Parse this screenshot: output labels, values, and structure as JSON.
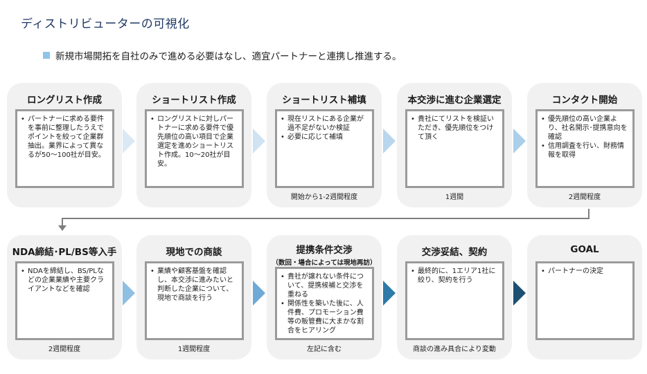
{
  "title": "ディストリビューターの可視化",
  "subtitle": "新規市場開拓を自社のみで進める必要はなし、適宜パートナーと連携し推進する。",
  "colors": {
    "title": "#1f3864",
    "bullet": "#8fc3ea",
    "card_bg": "#f1f1f1",
    "box_border": "#9a9a9a",
    "arrows_row1": [
      "#dbe9f5",
      "#cfe3f2",
      "#b8d6ee",
      "#aacfeb"
    ],
    "arrows_row2": [
      "#8fbfe3",
      "#6fa9d6",
      "#2e7aa9",
      "#1d4f73"
    ]
  },
  "steps": [
    {
      "title": "ロングリスト作成",
      "bullets": [
        "パートナーに求める要件を事前に整理したうえでポイントを絞って企業群抽出。業界によって異なるが50～100社が目安。"
      ],
      "footer": ""
    },
    {
      "title": "ショートリスト作成",
      "bullets": [
        "ロングリストに対しパートナーに求める要件で優先順位の高い項目で企業選定を進めショートリスト作成。10～20社が目安。"
      ],
      "footer": ""
    },
    {
      "title": "ショートリスト補填",
      "bullets": [
        "現在リストにある企業が過不足がないか検証",
        "必要に応じて補填"
      ],
      "footer": "開始から1-2週間程度"
    },
    {
      "title": "本交渉に進む企業選定",
      "bullets": [
        "貴社にてリストを検証いただき、優先順位をつけて頂く"
      ],
      "footer": "1週間"
    },
    {
      "title": "コンタクト開始",
      "bullets": [
        "優先順位の高い企業より、社名開示･提携意向を確認",
        "信用調査を行い、財務情報を取得"
      ],
      "footer": "2週間程度"
    },
    {
      "title": "NDA締結･PL/BS等入手",
      "bullets": [
        "NDAを締結し、BS/PLなどの企業業績や主要クライアントなどを確認"
      ],
      "footer": "2週間程度"
    },
    {
      "title": "現地での商談",
      "bullets": [
        "業績や顧客基盤を確認し、本交渉に進みたいと判断した企業について、現地で商談を行う"
      ],
      "footer": "1週間程度"
    },
    {
      "title": "提携条件交渉",
      "title_sub": "（数回・場合によっては現地再訪）",
      "bullets": [
        "貴社が譲れない条件について、提携候補と交渉を重ねる",
        "関係性を築いた後に、人件費、プロモーション費等の販管費に大まかな割合をヒアリング"
      ],
      "footer": "左記に含む"
    },
    {
      "title": "交渉妥結、契約",
      "bullets": [
        "最終的に、1エリア1社に絞り、契約を行う"
      ],
      "footer": "商談の進み具合により変動"
    },
    {
      "title": "GOAL",
      "bullets": [
        "パートナーの決定"
      ],
      "footer": ""
    }
  ]
}
